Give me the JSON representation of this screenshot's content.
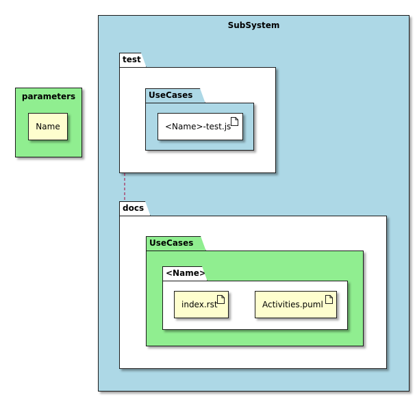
{
  "colors": {
    "subsystem_bg": "#ADD8E6",
    "parameters_bg": "#90EE90",
    "folder_white": "#FFFFFF",
    "artifact_bg": "#FEFECE",
    "border": "#181818",
    "link": "#A80036"
  },
  "parameters": {
    "title": "parameters",
    "item": "Name"
  },
  "subsystem": {
    "title": "SubSystem",
    "test": {
      "label": "test",
      "usecases": {
        "label": "UseCases",
        "file": "<Name>-test.js"
      }
    },
    "docs": {
      "label": "docs",
      "usecases": {
        "label": "UseCases",
        "name_folder": {
          "label": "<Name>",
          "files": [
            "index.rst",
            "Activities.puml"
          ]
        }
      }
    }
  },
  "icons": {
    "artifact": "document-icon"
  }
}
